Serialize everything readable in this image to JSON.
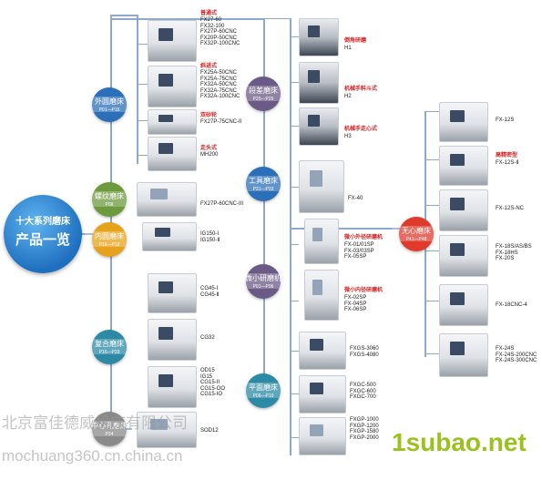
{
  "hub": {
    "title": "十大系列磨床",
    "subtitle": "产品一览"
  },
  "categories": [
    {
      "name": "外圆磨床",
      "pages": "P01—P16"
    },
    {
      "name": "螺纹磨床",
      "pages": "P08"
    },
    {
      "name": "内圆磨床",
      "pages": "P16—P18"
    },
    {
      "name": "复合磨床",
      "pages": "P16—P23"
    },
    {
      "name": "中心孔磨床",
      "pages": "P24"
    },
    {
      "name": "段差磨床",
      "pages": "P25—P26"
    },
    {
      "name": "工具磨床",
      "pages": "P31—P33"
    },
    {
      "name": "微小研磨机",
      "pages": "P01—P06"
    },
    {
      "name": "平面磨床",
      "pages": "P06—P10"
    },
    {
      "name": "无心磨床",
      "pages": "P41—P48"
    }
  ],
  "labels": {
    "g1": {
      "head": "普通式",
      "models": "FX27-60\nFX32-100\nFX27P-60CNC\nFX20P-50CNC\nFX32P-100CNC"
    },
    "g2": {
      "head": "斜进式",
      "models": "FX25A-50CNC\nFX25A-75CNC\nFX32A-50CNC\nFX32A-75CNC\nFX32A-100CNC"
    },
    "g3": {
      "head": "双砂轮",
      "models": "FX27P-75CNC-II"
    },
    "g4": {
      "head": "走头式",
      "models": "MH200"
    },
    "thread": "FX27P-60CNC-III",
    "inner": "IG150-Ⅰ\nIG150-Ⅱ",
    "comp1": "CG45-Ⅰ\nCG45-Ⅱ",
    "comp2": "CG32",
    "comp3": "OD15\nIG15\nCG15-II\nCG15-OO\nCG15-IO",
    "center": "SOD12",
    "step1": {
      "head": "倒角研磨",
      "models": "H1"
    },
    "step2": {
      "head": "机械手料斗式",
      "models": "H2"
    },
    "step3": {
      "head": "机械手走心式",
      "models": "H3"
    },
    "tool": "FX-40",
    "micro1": {
      "head": "微小外径研磨机",
      "models": "FX-01/01SP\nFX-03/03SP\nFX-05SP"
    },
    "micro2": {
      "head": "微小内径研磨机",
      "models": "FX-02SP\nFX-04SP\nFX-06SP"
    },
    "surf1": "FXGS-3060\nFXGS-4080",
    "surf2": "FXGC-500\nFXGC-600\nFXGC-700",
    "surf3": "FXGP-1000\nFXGP-1200\nFXGP-1580\nFXGP-2000",
    "cl1": "FX-12S",
    "cl2": {
      "head": "高精密型",
      "models": "FX-12S-Ⅱ"
    },
    "cl3": "FX-12S-NC",
    "cl4": "FX-18S/AS/BS\nFX-18HS\nFX-20S",
    "cl5": "FX-18CNC-4",
    "cl6": "FX-24S\nFX-24S-200CNC\nFX-24S-300CNC"
  },
  "watermarks": {
    "company": "北京富佳德威机床有限公司",
    "site": "mochuang360.cn.china.cn",
    "brand": "1subao.net"
  },
  "colors": {
    "blue": "#2b6fb8",
    "green": "#6d9a3c",
    "yellow": "#e6a21a",
    "purple": "#6b5a86",
    "teal": "#2d8aa5",
    "gray": "#8a8a8a",
    "red": "#e03a2c",
    "line": "#8fa9c8"
  }
}
